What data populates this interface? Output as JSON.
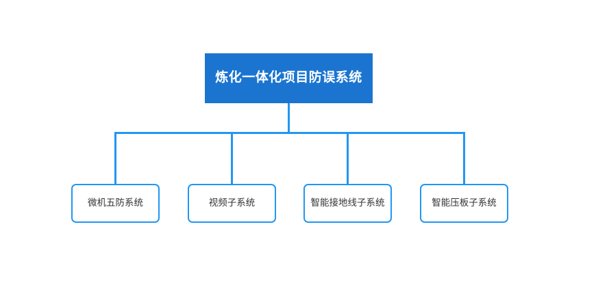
{
  "diagram": {
    "type": "org-chart",
    "title_node": {
      "label": "炼化一体化项目防误系统",
      "fill_color": "#1b75d0",
      "text_color": "#ffffff"
    },
    "connector_color": "#2196f3",
    "background_color": "#ffffff",
    "children": [
      {
        "label": "微机五防系统",
        "border_color": "#2196f3",
        "fill_color": "#ffffff",
        "text_color": "#333333"
      },
      {
        "label": "视频子系统",
        "border_color": "#2196f3",
        "fill_color": "#ffffff",
        "text_color": "#333333"
      },
      {
        "label": "智能接地线子系统",
        "border_color": "#2196f3",
        "fill_color": "#ffffff",
        "text_color": "#333333"
      },
      {
        "label": "智能压板子系统",
        "border_color": "#2196f3",
        "fill_color": "#ffffff",
        "text_color": "#333333"
      }
    ]
  }
}
